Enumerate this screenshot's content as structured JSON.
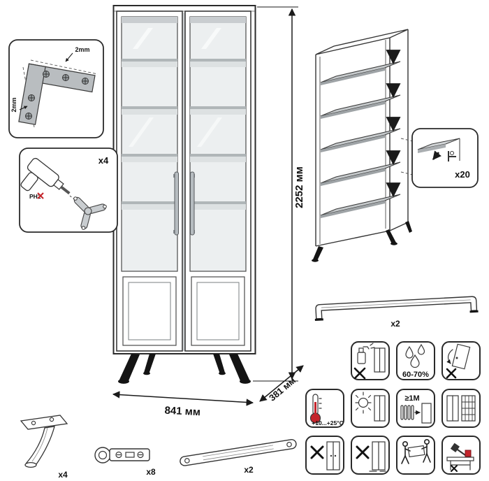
{
  "colors": {
    "line": "#1a1a1a",
    "shade": "#c7cacc",
    "glass": "#eceff0",
    "accent_red": "#c4242b"
  },
  "dimensions": {
    "height": "2252 мм",
    "width": "841 мм",
    "depth": "381 мм"
  },
  "callouts": {
    "corner_bracket": {
      "top_offset": "2mm",
      "side_offset": "2mm"
    },
    "drill": {
      "count": "x4",
      "bit": "PH2"
    },
    "shelf_pin": {
      "count": "x20"
    },
    "handle": {
      "count": "x2"
    },
    "leg": {
      "count": "x4"
    },
    "hinge": {
      "count": "x8"
    },
    "strap": {
      "count": "x2"
    }
  },
  "care": {
    "humidity": "60-70%",
    "temperature": "+10...+25°C",
    "distance": "≥1M"
  },
  "icons": {
    "row1": [
      "no-wet-cleaning",
      "humidity-60-70",
      "no-door-removal"
    ],
    "row2": [
      "temperature-range",
      "avoid-direct-sunlight",
      "keep-1m-from-heaters",
      "ventilation-clearance"
    ],
    "row3": [
      "no-climbing",
      "no-dragging",
      "two-person-carry",
      "no-hammer-assembly"
    ]
  }
}
